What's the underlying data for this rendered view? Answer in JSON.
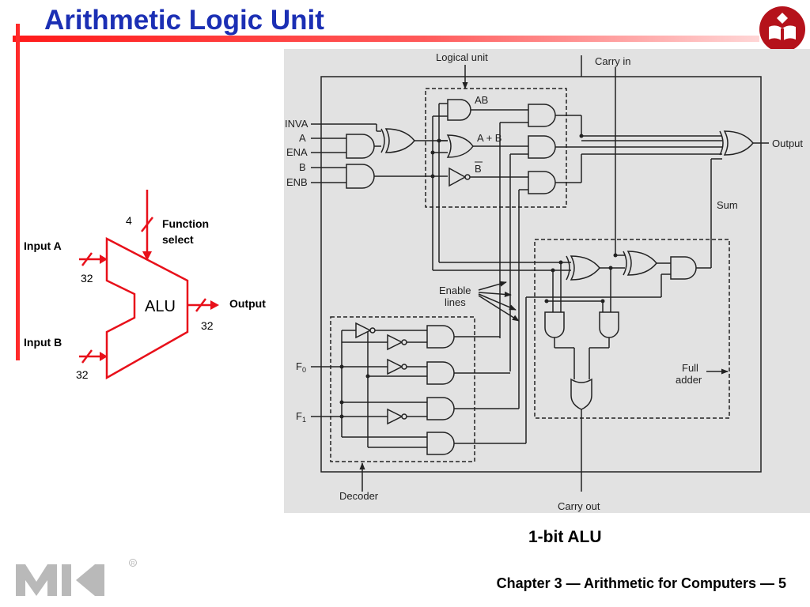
{
  "slide": {
    "title": "Arithmetic Logic Unit",
    "caption": "1-bit ALU",
    "footer": "Chapter 3 — Arithmetic for Computers — 5"
  },
  "alu_symbol": {
    "label": "ALU",
    "input_a": "Input A",
    "input_a_width": "32",
    "input_b": "Input B",
    "input_b_width": "32",
    "function_select_line1": "Function",
    "function_select_line2": "select",
    "function_select_width": "4",
    "output": "Output",
    "output_width": "32"
  },
  "circuit": {
    "logical_unit": "Logical unit",
    "carry_in": "Carry in",
    "carry_out": "Carry out",
    "output": "Output",
    "sum": "Sum",
    "full_adder_line1": "Full",
    "full_adder_line2": "adder",
    "enable_line1": "Enable",
    "enable_line2": "lines",
    "decoder": "Decoder",
    "gate_ab": "AB",
    "gate_a_plus_b": "A + B",
    "gate_b_bar": "B",
    "inputs": [
      "INVA",
      "A",
      "ENA",
      "B",
      "ENB"
    ],
    "f0_base": "F",
    "f0_sub": "0",
    "f1_base": "F",
    "f1_sub": "1"
  },
  "colors": {
    "title": "#1b2fb4",
    "accent": "#ff2a2a",
    "figure_bg": "#e2e2e2",
    "logo": "#b5121b"
  }
}
